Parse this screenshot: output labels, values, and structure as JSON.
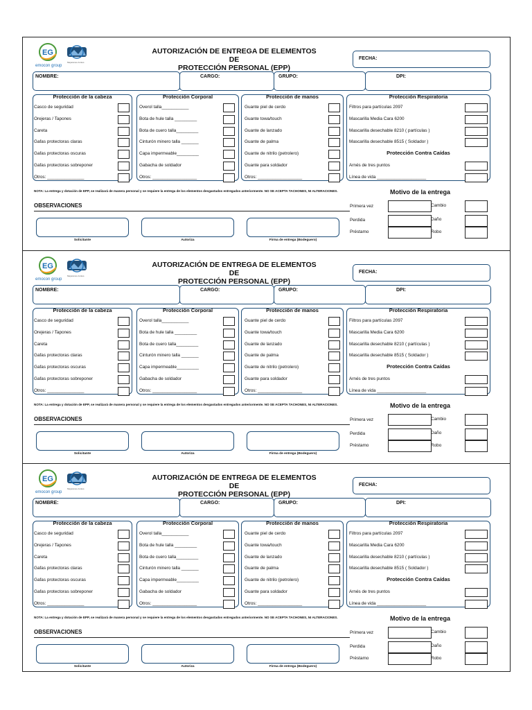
{
  "logos": {
    "brand_initials": "EG",
    "brand_name": "emocon group",
    "brand_small": "Mejoramos Juntos"
  },
  "form": {
    "title_line1": "AUTORIZACIÓN DE ENTREGA DE ELEMENTOS DE",
    "title_line2": "PROTECCIÓN PERSONAL (EPP)",
    "fecha": "FECHA:",
    "nombre": "NOMBRE:",
    "cargo": "CARGO:",
    "grupo": "GRUPO:",
    "dpi": "DPI:",
    "col1_head": "Protección de la cabeza",
    "col1": [
      "Casco de seguridad",
      "Orejeras / Tapones",
      "Careta",
      "Gafas protectoras claras",
      "Gafas protectoras oscuras",
      "Gafas protectoras sobreponer",
      "Otros: _______________"
    ],
    "col2_head": "Protección Corporal",
    "col2": [
      "Overol talla___________",
      "Bota de hule talla _________",
      "Bota de cuero talla_________",
      "Cinturón minero talla _______",
      "Capa impermeable_________",
      "Gabacha de soldador",
      "Otros: __________________"
    ],
    "col3_head": "Protección de manos",
    "col3": [
      "Guante piel de cerdo",
      "Guante towa/touch",
      "Guante de lanzado",
      "Guante de palma",
      "Guante de nitrilo (petrolero)",
      "Guante para soldador",
      "Otros: __________________"
    ],
    "col4_head": "Protección Respiratoria",
    "col4": [
      "Filtros para partículas 2097",
      "Mascarilla Media Cara 6200",
      "Mascarilla desechable 8210 ( partículas )",
      "Mascarilla desechable 8515 ( Soldador )"
    ],
    "col4_sub": "Protección Contra Caídas",
    "col4b": [
      "Arnés de tres puntos",
      "Línea de vida ____________________"
    ],
    "nota": "NOTA: La entrega y dotación de EPP, se realizará de manera personal y se requiere la entrega de los elementos desgastados entregados anteriormente. NO SE ACEPTA TACHONES, NI ALTERACIONES.",
    "observaciones": "OBSERVACIONES",
    "solicitante": "Solicitante",
    "autoriza": "Autoriza",
    "firma": "Firma de entrega (Bodeguero)",
    "motivo": "Motivo de la entrega",
    "primera_vez": "Primera vez",
    "perdida": "Perdida",
    "prestamo": "Préstamo",
    "cambio": "Cambio",
    "dano": "Daño",
    "robo": "Robo"
  },
  "colors": {
    "accent_blue": "#1f4e79",
    "border_dark": "#222222"
  }
}
